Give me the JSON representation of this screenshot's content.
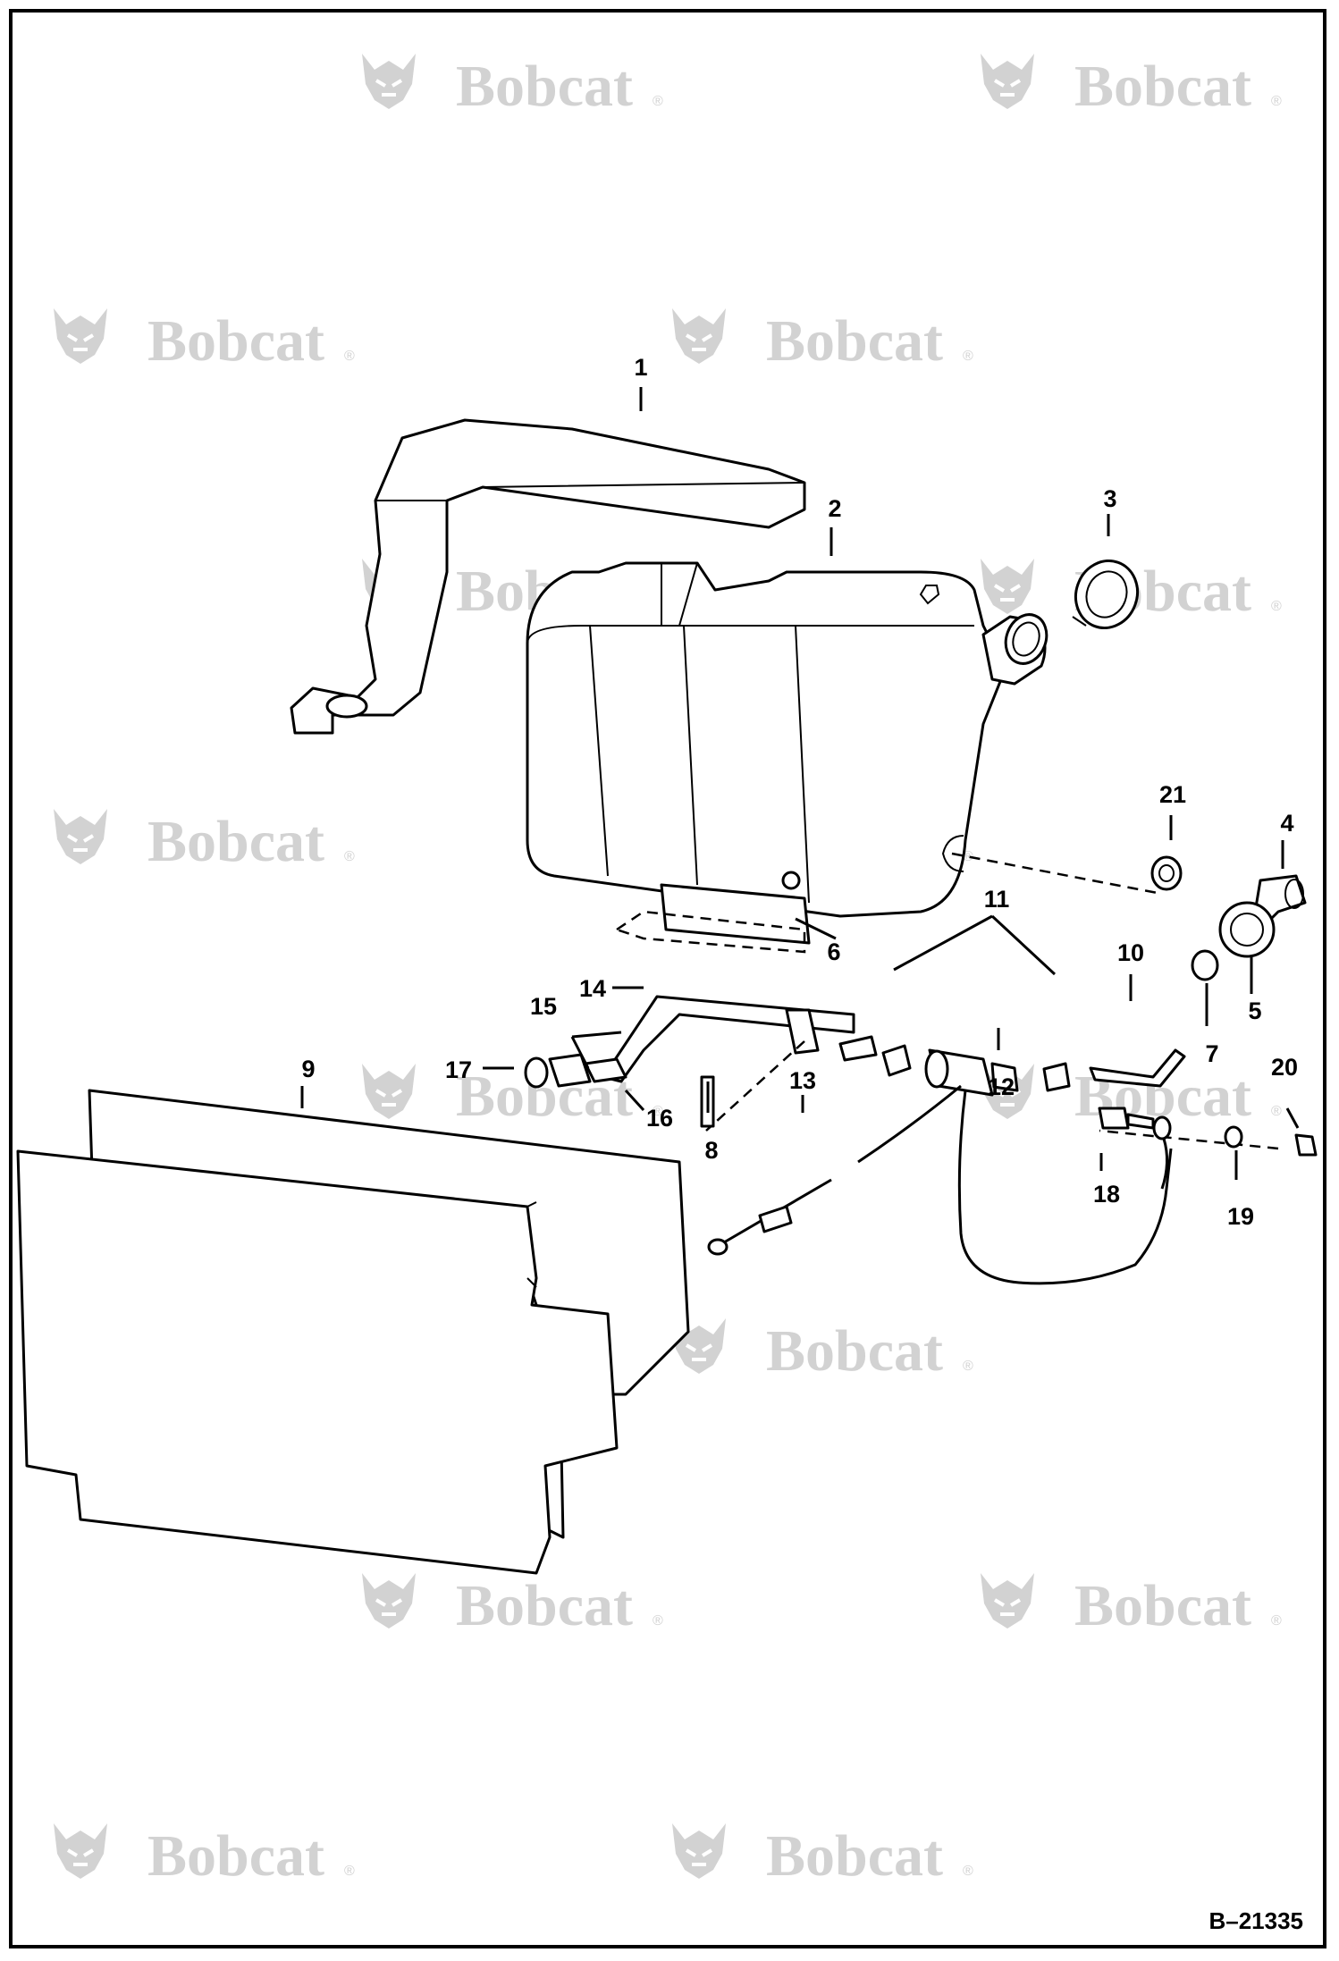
{
  "watermark": {
    "brand": "Bobcat",
    "reg": "®",
    "color": "#d2d2d2"
  },
  "diagram": {
    "reference": "B–21335",
    "callouts": [
      "1",
      "2",
      "3",
      "4",
      "5",
      "6",
      "7",
      "8",
      "9",
      "10",
      "11",
      "12",
      "13",
      "14",
      "15",
      "16",
      "17",
      "18",
      "19",
      "20",
      "21"
    ]
  },
  "colors": {
    "line": "#000000",
    "background": "#ffffff"
  }
}
